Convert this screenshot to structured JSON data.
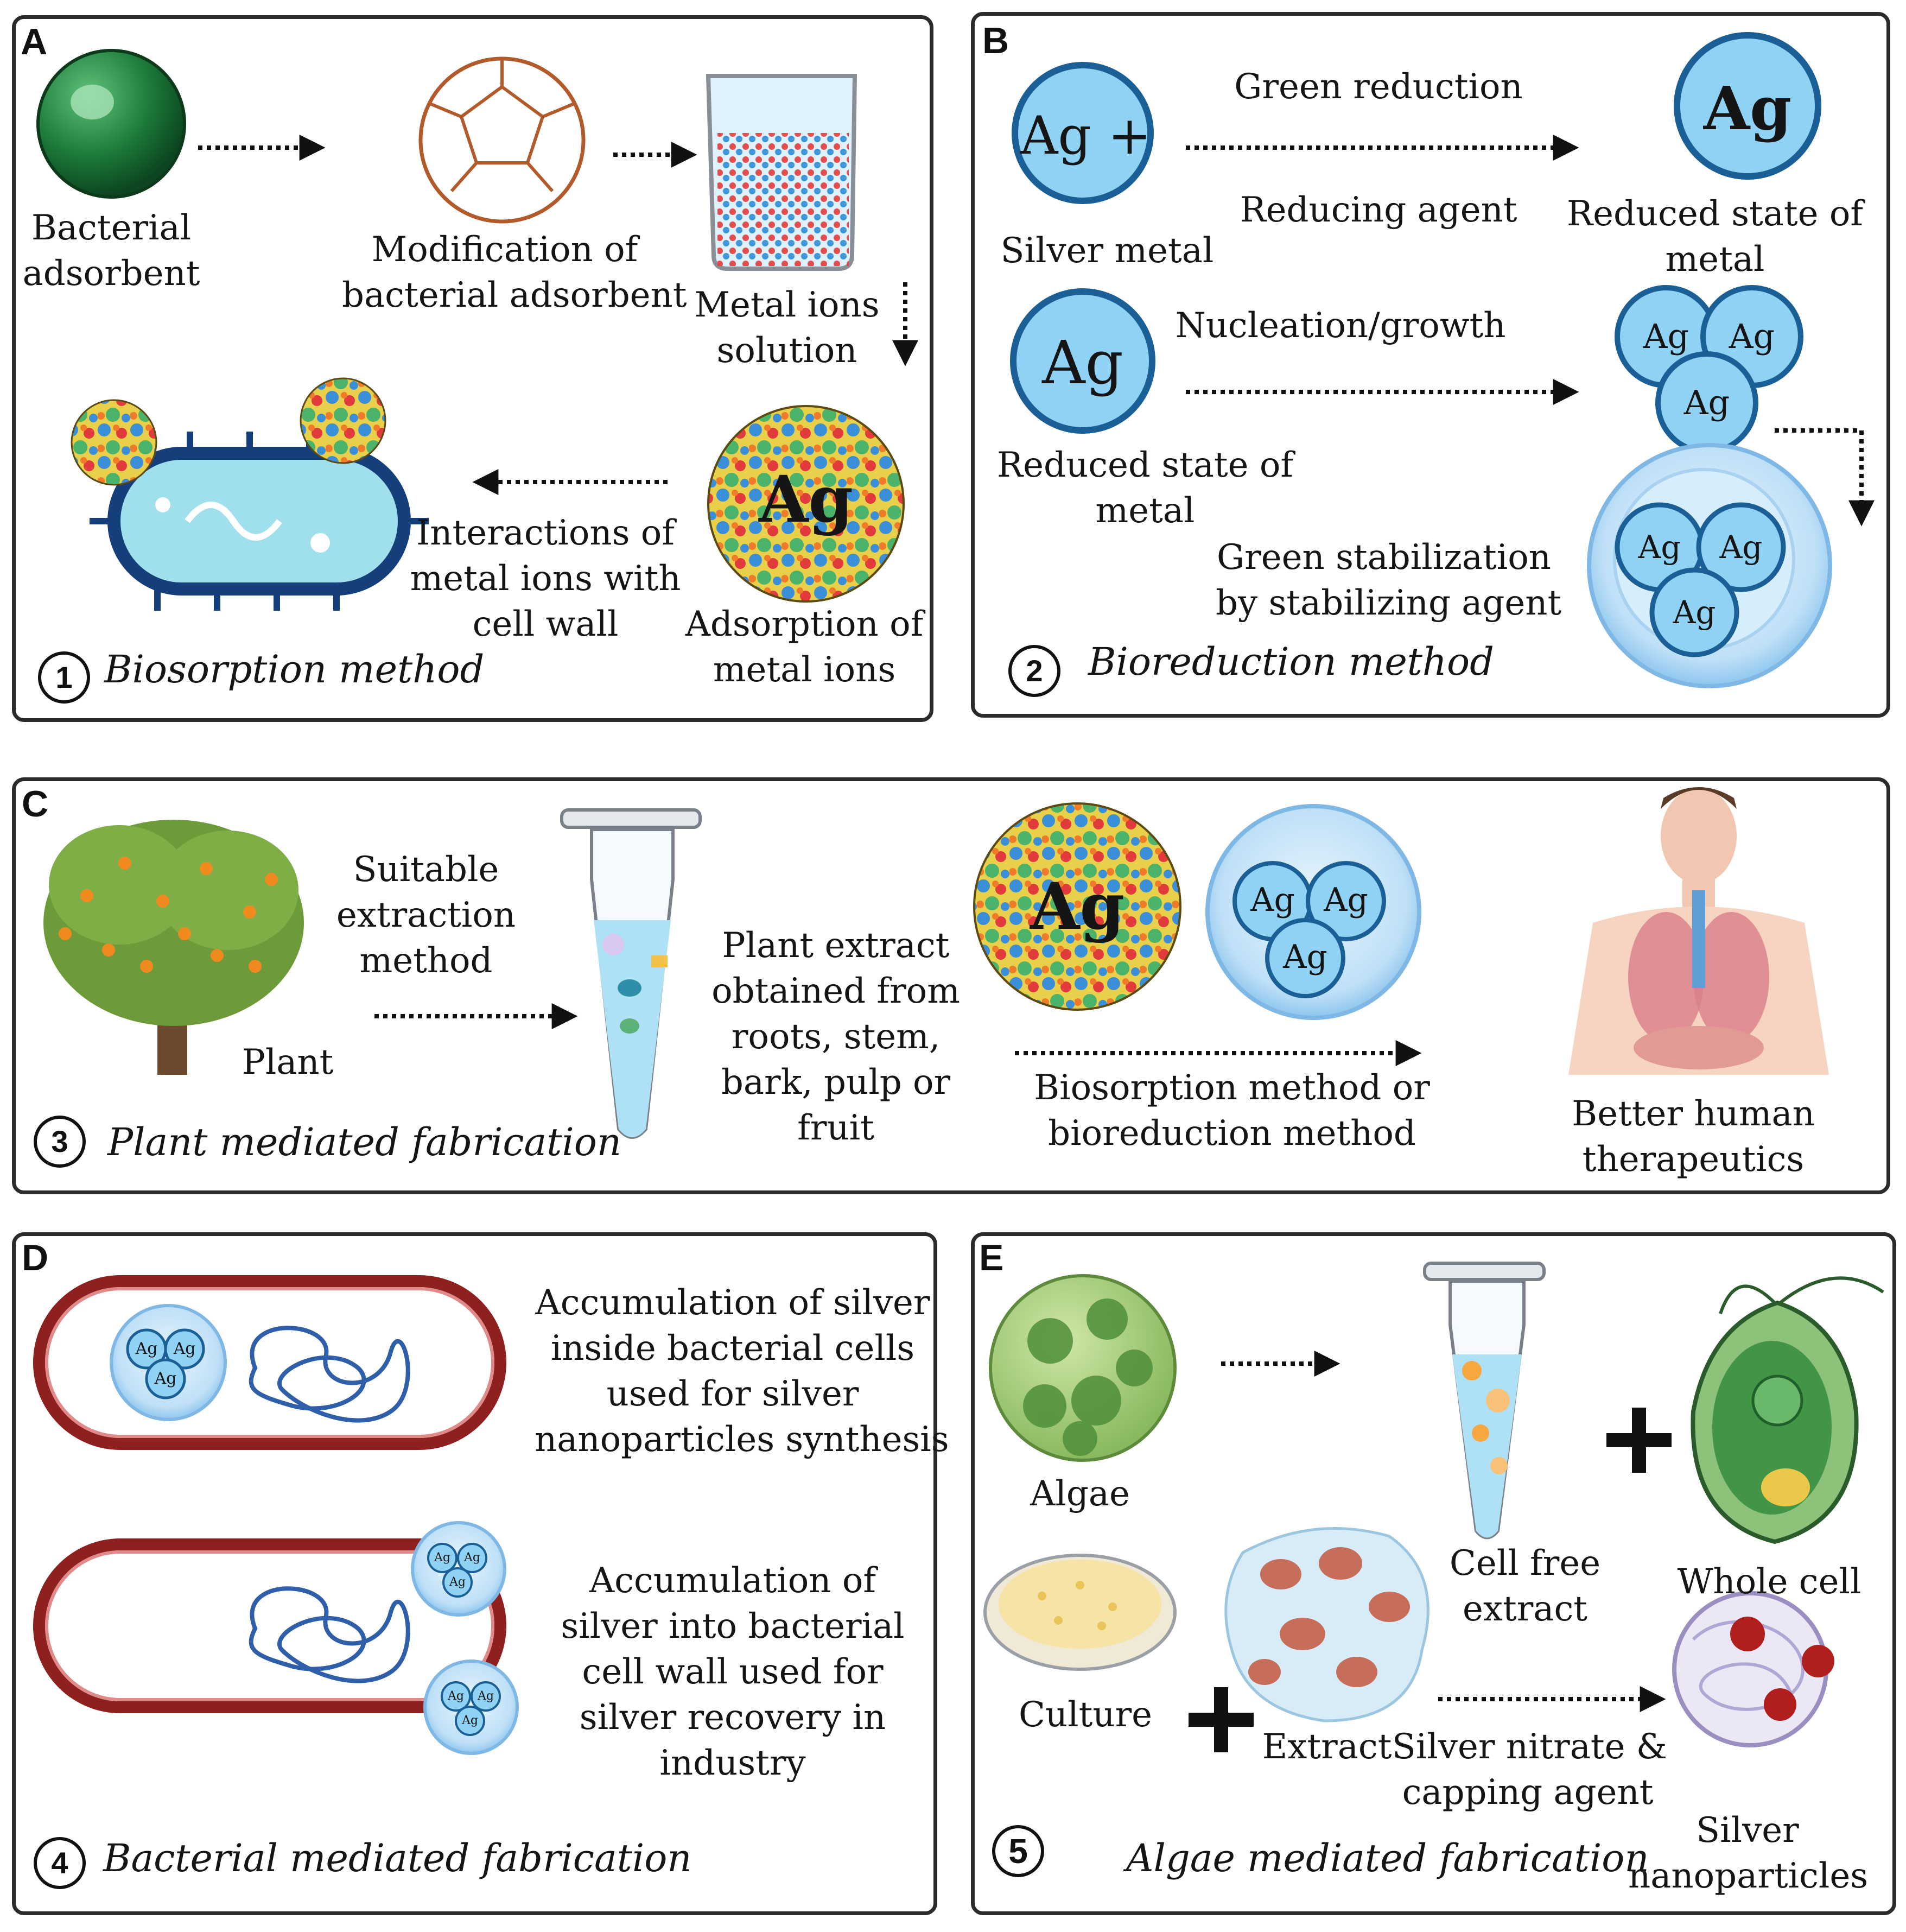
{
  "panels": {
    "A": {
      "letter": "A",
      "bacterial_adsorbent": [
        "Bacterial",
        "adsorbent"
      ],
      "modification": [
        "Modification of",
        "bacterial adsorbent"
      ],
      "metal_ions": [
        "Metal ions",
        "solution"
      ],
      "adsorption": [
        "Adsorption of",
        "metal ions"
      ],
      "interactions": [
        "Interactions of",
        "metal ions with",
        "cell wall"
      ],
      "ag": "Ag",
      "number": "1",
      "method": "Biosorption method"
    },
    "B": {
      "letter": "B",
      "ag_plus": "Ag +",
      "ag": "Ag",
      "green_reduction": "Green reduction",
      "reducing_agent": "Reducing agent",
      "silver_metal": "Silver metal",
      "reduced_state_1": [
        "Reduced state of",
        "metal"
      ],
      "nucleation": "Nucleation/growth",
      "reduced_state_2": [
        "Reduced state of",
        "metal"
      ],
      "green_stabilization": [
        "Green stabilization",
        "by stabilizing agent"
      ],
      "number": "2",
      "method": "Bioreduction method"
    },
    "C": {
      "letter": "C",
      "suitable": [
        "Suitable",
        "extraction",
        "method"
      ],
      "plant": "Plant",
      "plant_extract": [
        "Plant extract",
        "obtained from",
        "roots, stem,",
        "bark, pulp or",
        "fruit"
      ],
      "biosorption_or": [
        "Biosorption method or",
        "bioreduction method"
      ],
      "better": [
        "Better human",
        "therapeutics"
      ],
      "ag": "Ag",
      "number": "3",
      "method": "Plant mediated fabrication"
    },
    "D": {
      "letter": "D",
      "accum_inside": [
        "Accumulation of silver",
        "inside bacterial cells",
        "used for silver",
        "nanoparticles synthesis"
      ],
      "accum_wall": [
        "Accumulation of",
        "silver into bacterial",
        "cell wall used for",
        "silver recovery in",
        "industry"
      ],
      "ag": "Ag",
      "number": "4",
      "method": "Bacterial mediated fabrication"
    },
    "E": {
      "letter": "E",
      "algae": "Algae",
      "cell_free": [
        "Cell free",
        "extract"
      ],
      "whole_cell": "Whole cell",
      "culture": "Culture",
      "extract": "Extract",
      "silver_nitrate": [
        "Silver nitrate &",
        "capping agent"
      ],
      "silver_np": [
        "Silver",
        "nanoparticles"
      ],
      "plus": "+",
      "number": "5",
      "method": "Algae mediated fabrication"
    }
  },
  "colors": {
    "border": "#2b2b2b",
    "sphere_blue": "#2f9fd8",
    "sphere_fill": "#bfe6f7",
    "sphere_outline": "#1a5f95",
    "shell": "#cfe9fb",
    "bacterium_red": "#9b2525",
    "dna_blue": "#2f5fa8",
    "algae_green": "#8fbf6a",
    "green_bead": "#1f7a3a"
  }
}
